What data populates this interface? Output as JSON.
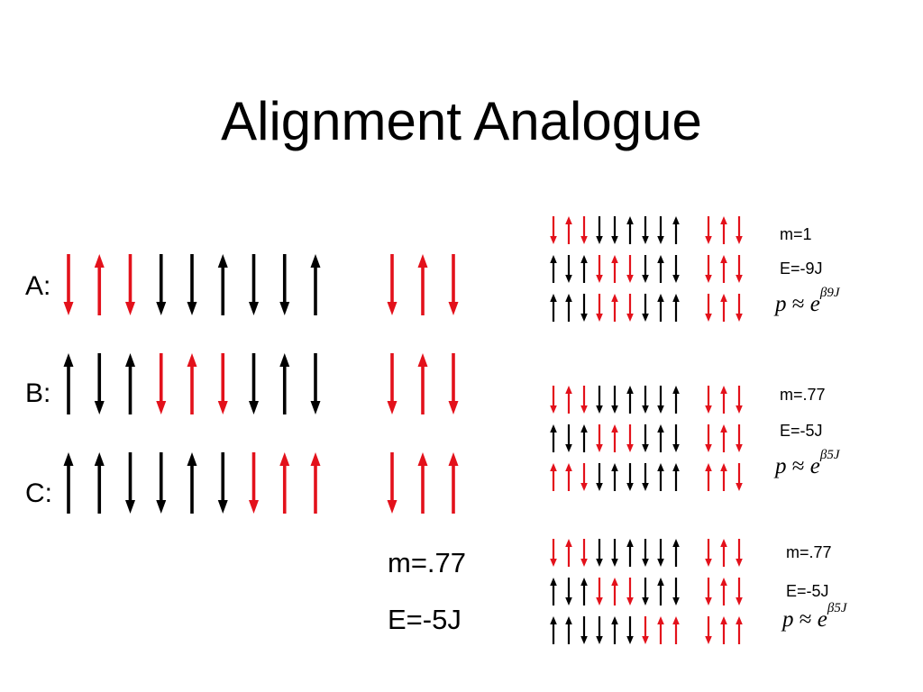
{
  "title": "Alignment Analogue",
  "colors": {
    "red": "#e3111b",
    "black": "#000000"
  },
  "main": {
    "rows": [
      {
        "label": "A:",
        "spins": [
          "down-red",
          "up-red",
          "down-red",
          "down-black",
          "down-black",
          "up-black",
          "down-black",
          "down-black",
          "up-black"
        ],
        "right_spins": [
          "down-red",
          "up-red",
          "down-red"
        ]
      },
      {
        "label": "B:",
        "spins": [
          "up-black",
          "down-black",
          "up-black",
          "down-red",
          "up-red",
          "down-red",
          "down-black",
          "up-black",
          "down-black"
        ],
        "right_spins": [
          "down-red",
          "up-red",
          "down-red"
        ]
      },
      {
        "label": "C:",
        "spins": [
          "up-black",
          "up-black",
          "down-black",
          "down-black",
          "up-black",
          "down-black",
          "down-red",
          "up-red",
          "up-red"
        ],
        "right_spins": [
          "down-red",
          "up-red",
          "up-red"
        ]
      }
    ],
    "m": "m=.77",
    "E": "E=-5J"
  },
  "configurations": [
    {
      "rows": [
        {
          "spins": [
            "down-red",
            "up-red",
            "down-red",
            "down-black",
            "down-black",
            "up-black",
            "down-black",
            "down-black",
            "up-black"
          ],
          "right_spins": [
            "down-red",
            "up-red",
            "down-red"
          ]
        },
        {
          "spins": [
            "up-black",
            "down-black",
            "up-black",
            "down-red",
            "up-red",
            "down-red",
            "down-black",
            "up-black",
            "down-black"
          ],
          "right_spins": [
            "down-red",
            "up-red",
            "down-red"
          ]
        },
        {
          "spins": [
            "up-black",
            "up-black",
            "down-black",
            "down-red",
            "up-red",
            "down-red",
            "down-black",
            "up-black",
            "up-black"
          ],
          "right_spins": [
            "down-red",
            "up-red",
            "down-red"
          ]
        }
      ],
      "m": "m=1",
      "E": "E=-9J",
      "probability": {
        "lhs": "p",
        "op": "≈",
        "base": "e",
        "exponent": "β9J"
      }
    },
    {
      "rows": [
        {
          "spins": [
            "down-red",
            "up-red",
            "down-red",
            "down-black",
            "down-black",
            "up-black",
            "down-black",
            "down-black",
            "up-black"
          ],
          "right_spins": [
            "down-red",
            "up-red",
            "down-red"
          ]
        },
        {
          "spins": [
            "up-black",
            "down-black",
            "up-black",
            "down-red",
            "up-red",
            "down-red",
            "down-black",
            "up-black",
            "down-black"
          ],
          "right_spins": [
            "down-red",
            "up-red",
            "down-red"
          ]
        },
        {
          "spins": [
            "up-red",
            "up-red",
            "down-red",
            "down-black",
            "up-black",
            "down-black",
            "down-black",
            "up-black",
            "up-black"
          ],
          "right_spins": [
            "up-red",
            "up-red",
            "down-red"
          ]
        }
      ],
      "m": "m=.77",
      "E": "E=-5J",
      "probability": {
        "lhs": "p",
        "op": "≈",
        "base": "e",
        "exponent": "β5J"
      }
    },
    {
      "rows": [
        {
          "spins": [
            "down-red",
            "up-red",
            "down-red",
            "down-black",
            "down-black",
            "up-black",
            "down-black",
            "down-black",
            "up-black"
          ],
          "right_spins": [
            "down-red",
            "up-red",
            "down-red"
          ]
        },
        {
          "spins": [
            "up-black",
            "down-black",
            "up-black",
            "down-red",
            "up-red",
            "down-red",
            "down-black",
            "up-black",
            "down-black"
          ],
          "right_spins": [
            "down-red",
            "up-red",
            "down-red"
          ]
        },
        {
          "spins": [
            "up-black",
            "up-black",
            "down-black",
            "down-black",
            "up-black",
            "down-black",
            "down-red",
            "up-red",
            "up-red"
          ],
          "right_spins": [
            "down-red",
            "up-red",
            "up-red"
          ]
        }
      ],
      "m": "m=.77",
      "E": "E=-5J",
      "probability": {
        "lhs": "p",
        "op": "≈",
        "base": "e",
        "exponent": "β5J"
      }
    }
  ]
}
